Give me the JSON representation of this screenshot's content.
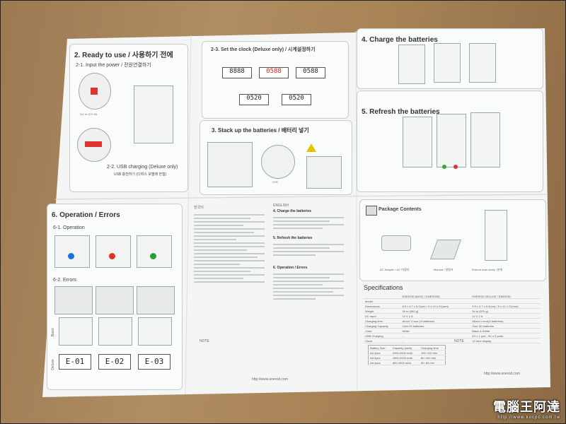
{
  "sec2": {
    "title": "2. Ready to use / 사용하기 전에",
    "sub1": "2-1. Input the power / 전원연결하기",
    "dc_label": "DC in 12V 2A",
    "sub2": "2-2. USB charging (Deluxe only)",
    "sub2_kr": "USB 충전하기 (디럭스 모델에 한함)"
  },
  "sec23": {
    "title": "2-3. Set the clock (Deluxe only) / 시계설정하기",
    "displays": [
      "8888",
      "0588",
      "0588",
      "0520",
      "0520"
    ]
  },
  "sec3": {
    "title": "3. Stack up the batteries / 배터리 넣기",
    "ch_label": "CH1"
  },
  "sec4": {
    "title": "4. Charge the batteries"
  },
  "sec5": {
    "title": "5. Refresh the batteries"
  },
  "sec6": {
    "title": "6. Operation / Errors",
    "op": "6-1. Operation",
    "err": "6-2. Errors",
    "basic": "Basic",
    "deluxe": "Deluxe",
    "codes": [
      "E-01",
      "E-02",
      "E-03"
    ]
  },
  "middle": {
    "kr_head": "한국어",
    "en_head": "ENGLISH",
    "note": "NOTE",
    "url": "http://www.enerod.com",
    "h_charge": "4. Charge the batteries",
    "h_refresh": "5. Refresh the batteries",
    "h_op": "6. Operation / Errors"
  },
  "package": {
    "title": "Package Contents",
    "items": [
      "AC Adapter / AC 어댑터",
      "Manual / 설명서",
      "Enerod main body / 본체"
    ]
  },
  "specs": {
    "title": "Specifications",
    "col1": "ENEROD BASIC / ENERODE",
    "col2": "ENEROD DELUXE / ENEROD",
    "rows": [
      [
        "Model",
        "",
        ""
      ],
      [
        "Dimensions",
        "8.5 x 4.7 x 6.2(cm) / 9 x 12 x 21(mm)",
        "9.5 x 4.7 x 6.2(cm) / 9 x 12 x 21(mm)"
      ],
      [
        "Weight",
        "30 to (560 g)",
        "34 to (570 g)"
      ],
      [
        "DC input",
        "12 V 2 A",
        "12 V 2 A"
      ],
      [
        "Charging time",
        "About 1 hour (4 batteries)",
        "About 1 hour(4 batteries)"
      ],
      [
        "Charging Capacity",
        "Over 20 batteries",
        "Over 30 batteries"
      ],
      [
        "Color",
        "White",
        "Black & White"
      ],
      [
        "USB Charging",
        "-",
        "5V x 1 port , 5V x 2 ports"
      ],
      [
        "Clock",
        "-",
        "12 hour display"
      ]
    ],
    "note": "NOTE",
    "cap_head": [
      "Battery Size",
      "Capacity (mAh)",
      "Charging time"
    ],
    "cap_rows": [
      [
        "AA 4pcs",
        "2400-2600 mAh",
        "100~120 min"
      ],
      [
        "AA 4pcs",
        "1900-2000 mAh",
        "80~100 min"
      ],
      [
        "AA 4pcs",
        "800-1000 mAh",
        "50~60 min"
      ]
    ],
    "url": "http://www.enerod.com"
  },
  "watermark": {
    "text": "電腦王阿達",
    "url": "http://www.kocpc.com.tw"
  }
}
